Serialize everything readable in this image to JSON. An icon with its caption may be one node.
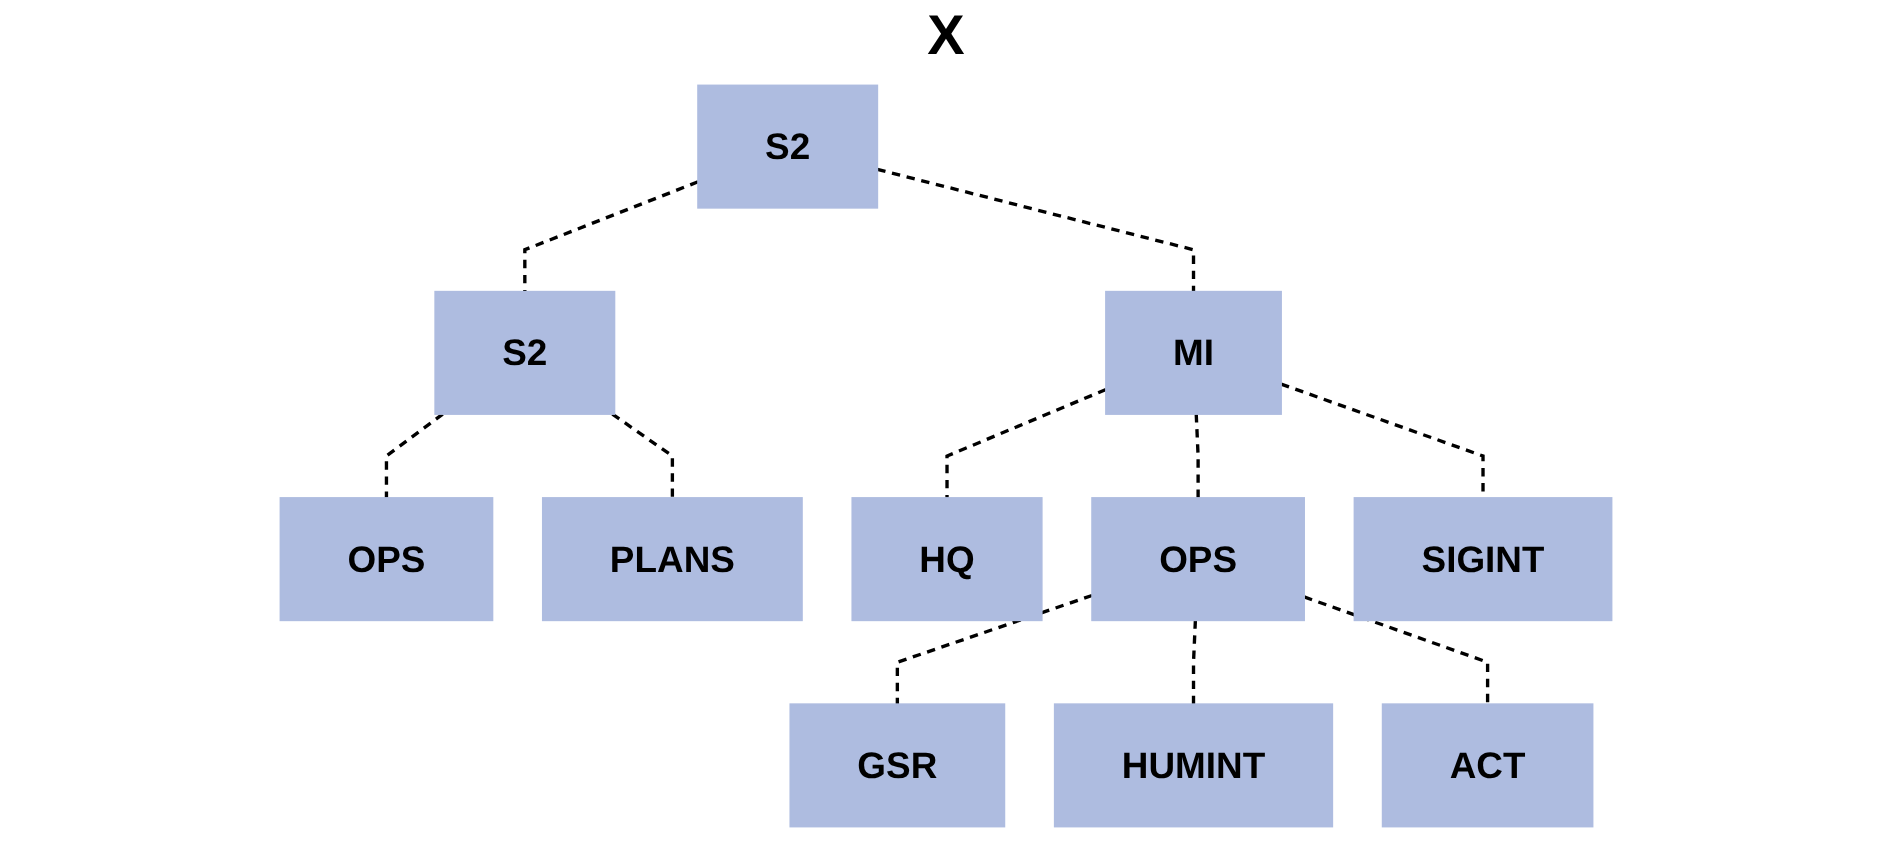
{
  "diagram": {
    "title": "X",
    "nodes": [
      {
        "text": [
          "S2"
        ]
      },
      {
        "text": [
          "S2"
        ]
      },
      {
        "text": [
          "MI"
        ]
      },
      {
        "text": [
          "OPS"
        ]
      },
      {
        "text": [
          "PLANS"
        ]
      },
      {
        "text": [
          "HQ"
        ]
      },
      {
        "text": [
          "OPS"
        ]
      },
      {
        "text": [
          "SIGINT"
        ]
      },
      {
        "text": [
          "GSR"
        ]
      },
      {
        "text": [
          "HUMINT"
        ]
      },
      {
        "text": [
          "ACT"
        ]
      }
    ],
    "edges": [
      {
        "from": 0,
        "to": 1,
        "arrow": "none",
        "style": "dashed"
      },
      {
        "from": 0,
        "to": 2,
        "arrow": "none",
        "style": "dashed"
      },
      {
        "from": 1,
        "to": 3,
        "arrow": "none",
        "style": "dashed"
      },
      {
        "from": 1,
        "to": 4,
        "arrow": "none",
        "style": "dashed"
      },
      {
        "from": 2,
        "to": 5,
        "arrow": "none",
        "style": "dashed"
      },
      {
        "from": 2,
        "to": 6,
        "arrow": "none",
        "style": "dashed"
      },
      {
        "from": 2,
        "to": 7,
        "arrow": "none",
        "style": "dashed"
      },
      {
        "from": 6,
        "to": 8,
        "arrow": "none",
        "style": "dashed"
      },
      {
        "from": 6,
        "to": 9,
        "arrow": "none",
        "style": "dashed"
      },
      {
        "from": 6,
        "to": 10,
        "arrow": "none",
        "style": "dashed"
      }
    ]
  }
}
